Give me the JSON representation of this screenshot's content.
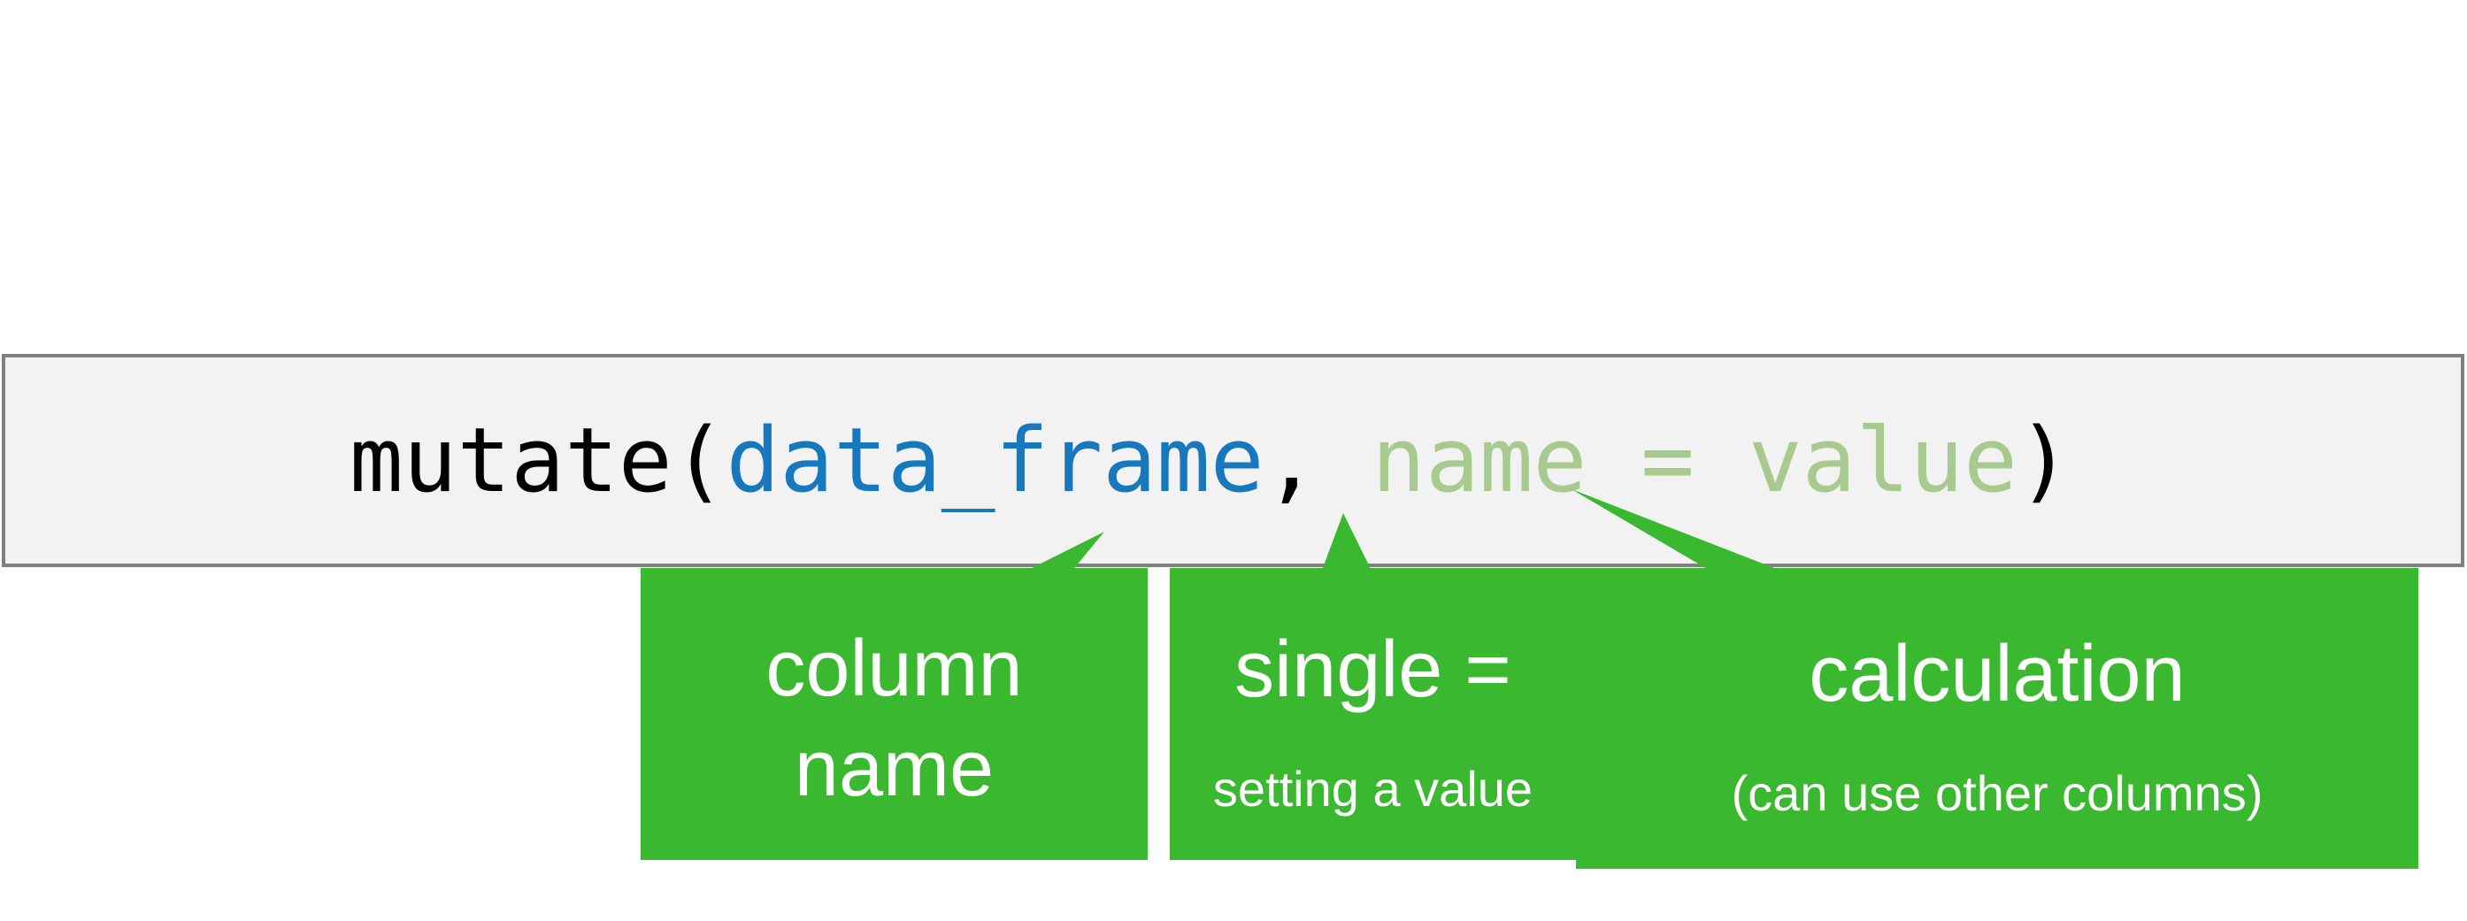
{
  "colors": {
    "green": "#3ab82f",
    "code_blue": "#1878be",
    "code_green": "#a8ca8e",
    "code_fg": "#000000",
    "box_bg": "#f2f2f2",
    "box_border": "#7f7f7f",
    "label_fg": "#ffffff",
    "page_bg": "#ffffff"
  },
  "code": {
    "full_text": "mutate(data_frame, name = value)",
    "segments": [
      {
        "role": "function-and-open-paren",
        "text": "mutate("
      },
      {
        "role": "data-frame-argument",
        "text": "data_frame"
      },
      {
        "role": "comma-separator",
        "text": ", "
      },
      {
        "role": "name-value-pair",
        "text": "name = value"
      },
      {
        "role": "close-paren",
        "text": ")"
      }
    ]
  },
  "callouts": [
    {
      "id": "column-name",
      "title": "column\nname",
      "points_to": "name"
    },
    {
      "id": "single-equals",
      "title": "single =",
      "subtitle": "setting a value",
      "points_to": "="
    },
    {
      "id": "calculation",
      "title": "calculation",
      "subtitle": "(can use other columns)",
      "points_to": "value"
    }
  ]
}
